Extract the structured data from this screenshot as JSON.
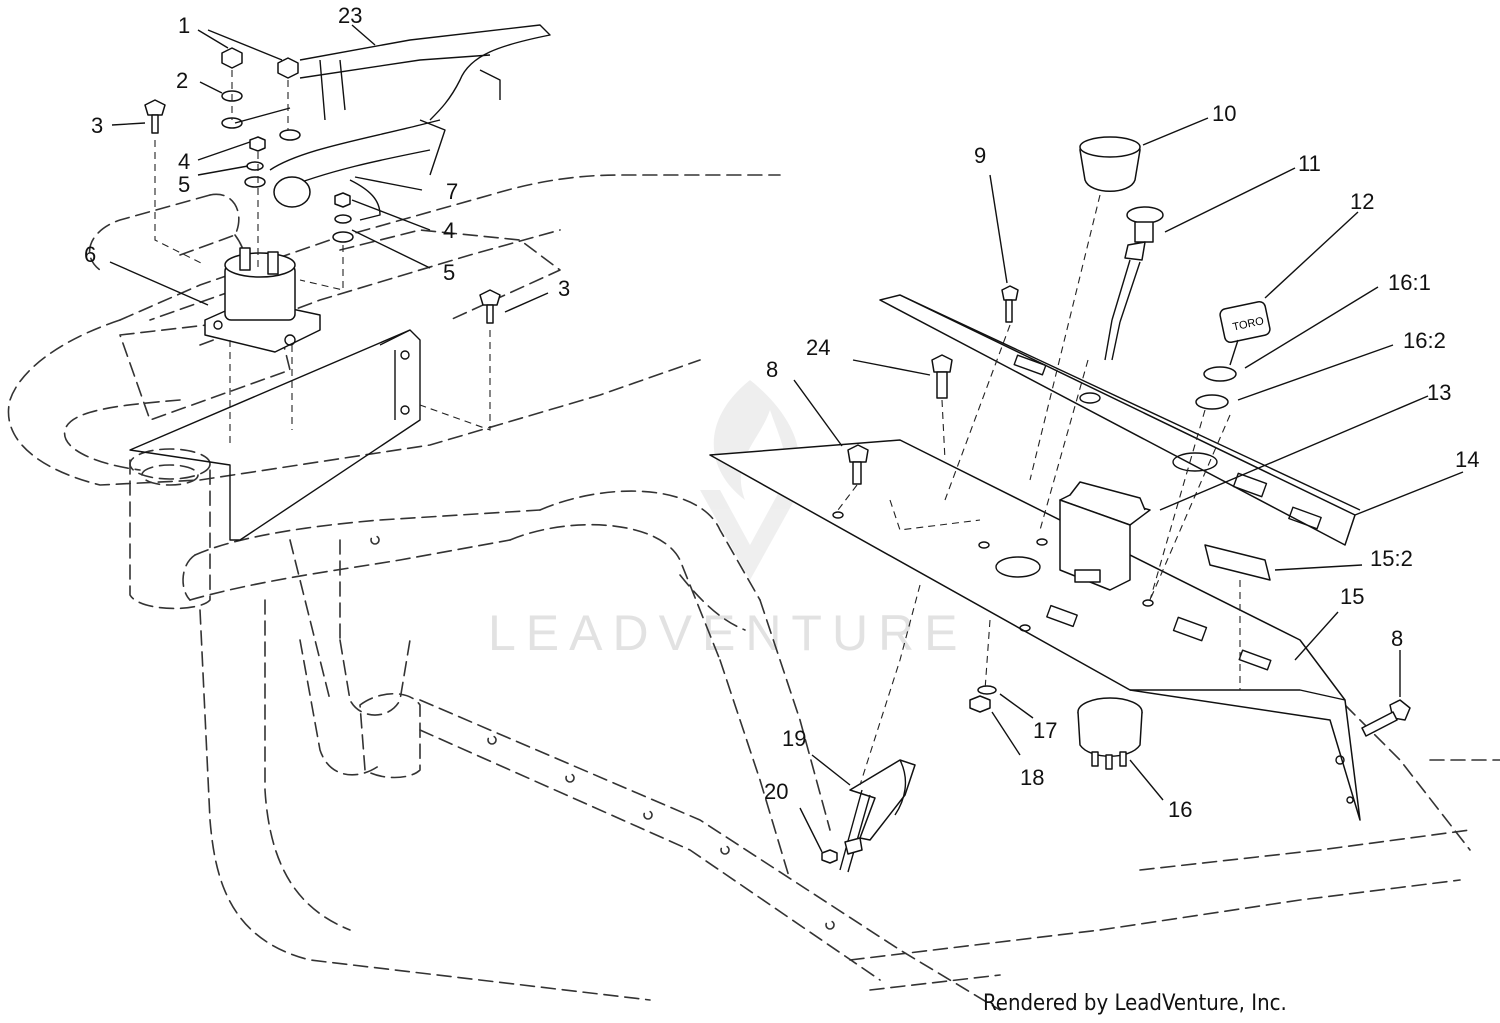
{
  "watermark": "LEADVENTURE",
  "credit": "Rendered by LeadVenture, Inc.",
  "decal_text": "TORO",
  "callouts": [
    {
      "id": "c1",
      "label": "1"
    },
    {
      "id": "c2",
      "label": "2"
    },
    {
      "id": "c3a",
      "label": "3"
    },
    {
      "id": "c3b",
      "label": "3"
    },
    {
      "id": "c4a",
      "label": "4"
    },
    {
      "id": "c4b",
      "label": "4"
    },
    {
      "id": "c5a",
      "label": "5"
    },
    {
      "id": "c5b",
      "label": "5"
    },
    {
      "id": "c6",
      "label": "6"
    },
    {
      "id": "c7",
      "label": "7"
    },
    {
      "id": "c8a",
      "label": "8"
    },
    {
      "id": "c8b",
      "label": "8"
    },
    {
      "id": "c9",
      "label": "9"
    },
    {
      "id": "c10",
      "label": "10"
    },
    {
      "id": "c11",
      "label": "11"
    },
    {
      "id": "c12",
      "label": "12"
    },
    {
      "id": "c13",
      "label": "13"
    },
    {
      "id": "c14",
      "label": "14"
    },
    {
      "id": "c15",
      "label": "15"
    },
    {
      "id": "c15_2",
      "label": "15:2"
    },
    {
      "id": "c16",
      "label": "16"
    },
    {
      "id": "c16_1",
      "label": "16:1"
    },
    {
      "id": "c16_2",
      "label": "16:2"
    },
    {
      "id": "c17",
      "label": "17"
    },
    {
      "id": "c18",
      "label": "18"
    },
    {
      "id": "c19",
      "label": "19"
    },
    {
      "id": "c20",
      "label": "20"
    },
    {
      "id": "c23",
      "label": "23"
    },
    {
      "id": "c24",
      "label": "24"
    }
  ]
}
